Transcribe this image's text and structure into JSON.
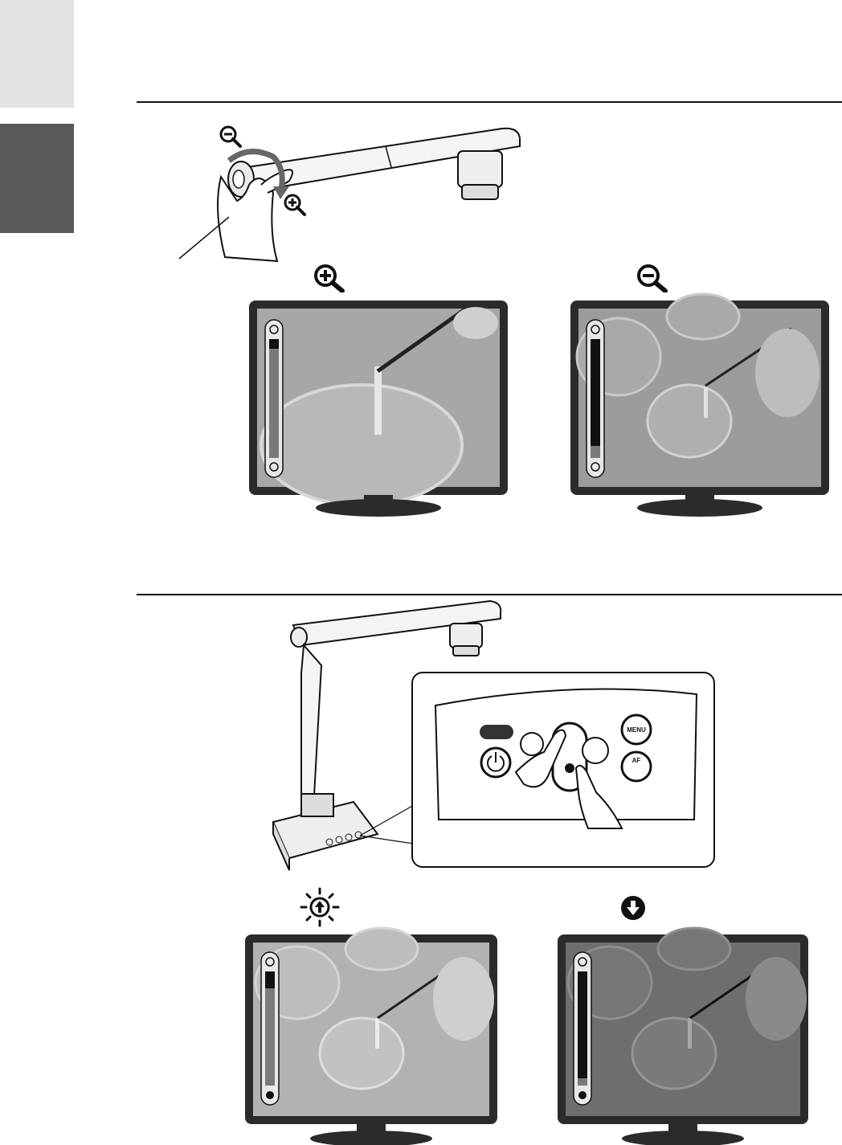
{
  "colors": {
    "tab_light": "#e3e3e3",
    "tab_dark": "#595959",
    "rule": "#111111",
    "bezel": "#2b2b2b",
    "screen_bright": "#a7a7a7",
    "screen_dim": "#6e6e6e"
  },
  "sections": {
    "zoom": {
      "zoom_in_icon": "zoom-in-magnifier-icon",
      "zoom_out_icon": "zoom-out-magnifier-icon",
      "zoomed_in_monitor": {
        "top_icon": "zoom-in-icon",
        "bottom_icon": "zoom-out-icon",
        "level": 0.92
      },
      "zoomed_out_monitor": {
        "top_icon": "zoom-in-icon",
        "bottom_icon": "zoom-out-icon",
        "level": 0.1
      }
    },
    "brightness": {
      "increase_icon": "brightness-up-sun-icon",
      "decrease_icon": "arrow-down-circle-icon",
      "control_panel": {
        "menu_label": "MENU",
        "af_label": "AF"
      },
      "brighter_monitor": {
        "top_icon": "sun-icon",
        "bottom_icon": "arrow-down-icon",
        "level": 0.85
      },
      "darker_monitor": {
        "top_icon": "sun-icon",
        "bottom_icon": "arrow-down-icon",
        "level": 0.06
      }
    }
  }
}
